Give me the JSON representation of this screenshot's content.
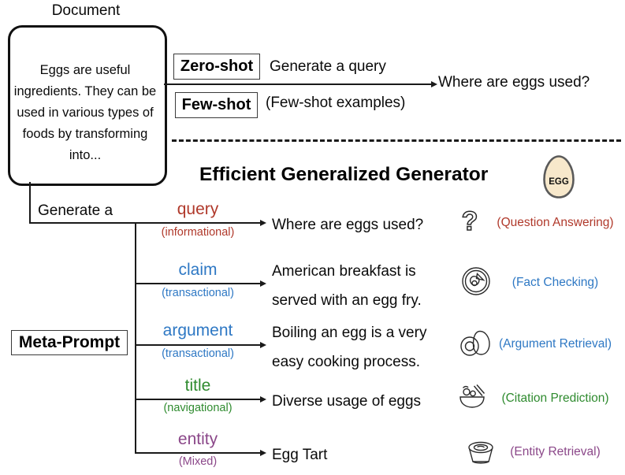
{
  "colors": {
    "red": "#b0392b",
    "blue": "#2e78c4",
    "green": "#2f8b2f",
    "purple": "#8b4789",
    "egg_fill": "#f7e8cb",
    "ink": "#111111"
  },
  "document": {
    "label": "Document",
    "body": "Eggs are useful ingredients. They can be used in various types of foods by transforming into..."
  },
  "baseline_flow": {
    "zero_shot_label": "Zero-shot",
    "generate_query_text": "Generate a query",
    "few_shot_label": "Few-shot",
    "few_shot_note": "(Few-shot examples)",
    "output_text": "Where are eggs used?"
  },
  "generator": {
    "title": "Efficient Generalized Generator",
    "egg_badge": "EGG"
  },
  "tree": {
    "generate_label": "Generate a",
    "meta_prompt_label": "Meta-Prompt"
  },
  "branches": [
    {
      "label": "query",
      "sub": "(informational)",
      "color": "#b0392b",
      "line1": "Where are eggs used?",
      "line2": "",
      "icon": "question-mark-icon",
      "task": "(Question Answering)"
    },
    {
      "label": "claim",
      "sub": "(transactional)",
      "color": "#2e78c4",
      "line1": "American breakfast is",
      "line2": "served with an egg fry.",
      "icon": "fried-egg-plate-icon",
      "task": "(Fact Checking)"
    },
    {
      "label": "argument",
      "sub": "(transactional)",
      "color": "#2e78c4",
      "line1": "Boiling an egg is a very",
      "line2": "easy cooking process.",
      "icon": "boiled-eggs-icon",
      "task": "(Argument Retrieval)"
    },
    {
      "label": "title",
      "sub": "(navigational)",
      "color": "#2f8b2f",
      "line1": "Diverse usage of eggs",
      "line2": "",
      "icon": "salad-bowl-icon",
      "task": "(Citation Prediction)"
    },
    {
      "label": "entity",
      "sub": "(Mixed)",
      "color": "#8b4789",
      "line1": "Egg Tart",
      "line2": "",
      "icon": "egg-tart-icon",
      "task": "(Entity Retrieval)"
    }
  ]
}
